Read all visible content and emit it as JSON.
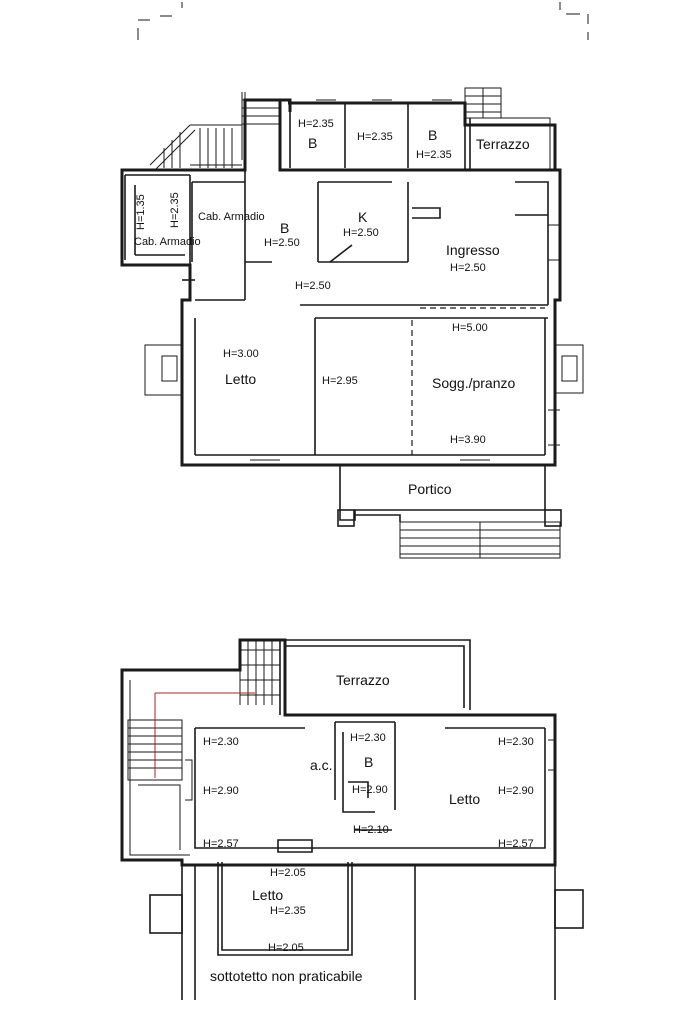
{
  "plans": {
    "ground": {
      "rooms": [
        {
          "key": "b1",
          "label": "B",
          "height": "H=2.35"
        },
        {
          "key": "hb",
          "label": "",
          "height": "H=2.35"
        },
        {
          "key": "b3",
          "label": "B",
          "height": "H=2.35"
        },
        {
          "key": "terrazzo",
          "label": "Terrazzo",
          "height": ""
        },
        {
          "key": "cab1",
          "label": "Cab. Armadio",
          "height": "H=1.35"
        },
        {
          "key": "cab1h2",
          "label": "",
          "height": "H=2.35"
        },
        {
          "key": "cab2",
          "label": "Cab. Armadio",
          "height": ""
        },
        {
          "key": "b4",
          "label": "B",
          "height": "H=2.50"
        },
        {
          "key": "kitchen",
          "label": "K",
          "height": "H=2.50"
        },
        {
          "key": "ingresso",
          "label": "Ingresso",
          "height": "H=2.50"
        },
        {
          "key": "corr",
          "label": "",
          "height": "H=2.50"
        },
        {
          "key": "letto",
          "label": "Letto",
          "height": "H=3.00"
        },
        {
          "key": "mid",
          "label": "",
          "height": "H=2.95"
        },
        {
          "key": "sogg",
          "label": "Sogg./pranzo",
          "height": "H=3.90"
        },
        {
          "key": "sogg_top",
          "label": "",
          "height": "H=5.00"
        },
        {
          "key": "portico",
          "label": "Portico",
          "height": ""
        }
      ]
    },
    "upper": {
      "rooms": [
        {
          "key": "terrazzo",
          "label": "Terrazzo",
          "height": ""
        },
        {
          "key": "h230a",
          "label": "",
          "height": "H=2.30"
        },
        {
          "key": "h230b",
          "label": "",
          "height": "H=2.30"
        },
        {
          "key": "h230c",
          "label": "",
          "height": "H=2.30"
        },
        {
          "key": "ac",
          "label": "a.c.",
          "height": ""
        },
        {
          "key": "bath",
          "label": "B",
          "height": "H=2.90"
        },
        {
          "key": "h290a",
          "label": "",
          "height": "H=2.90"
        },
        {
          "key": "letto1",
          "label": "Letto",
          "height": "H=2.90"
        },
        {
          "key": "h257a",
          "label": "",
          "height": "H=2.57"
        },
        {
          "key": "h257b",
          "label": "",
          "height": "H=2.57"
        },
        {
          "key": "h210",
          "label": "",
          "height": "H=2.10"
        },
        {
          "key": "h205a",
          "label": "",
          "height": "H=2.05"
        },
        {
          "key": "letto2",
          "label": "Letto",
          "height": "H=2.35"
        },
        {
          "key": "h205b",
          "label": "",
          "height": "H=2.05"
        },
        {
          "key": "sottotetto",
          "label": "sottotetto non praticabile",
          "height": ""
        }
      ]
    }
  }
}
